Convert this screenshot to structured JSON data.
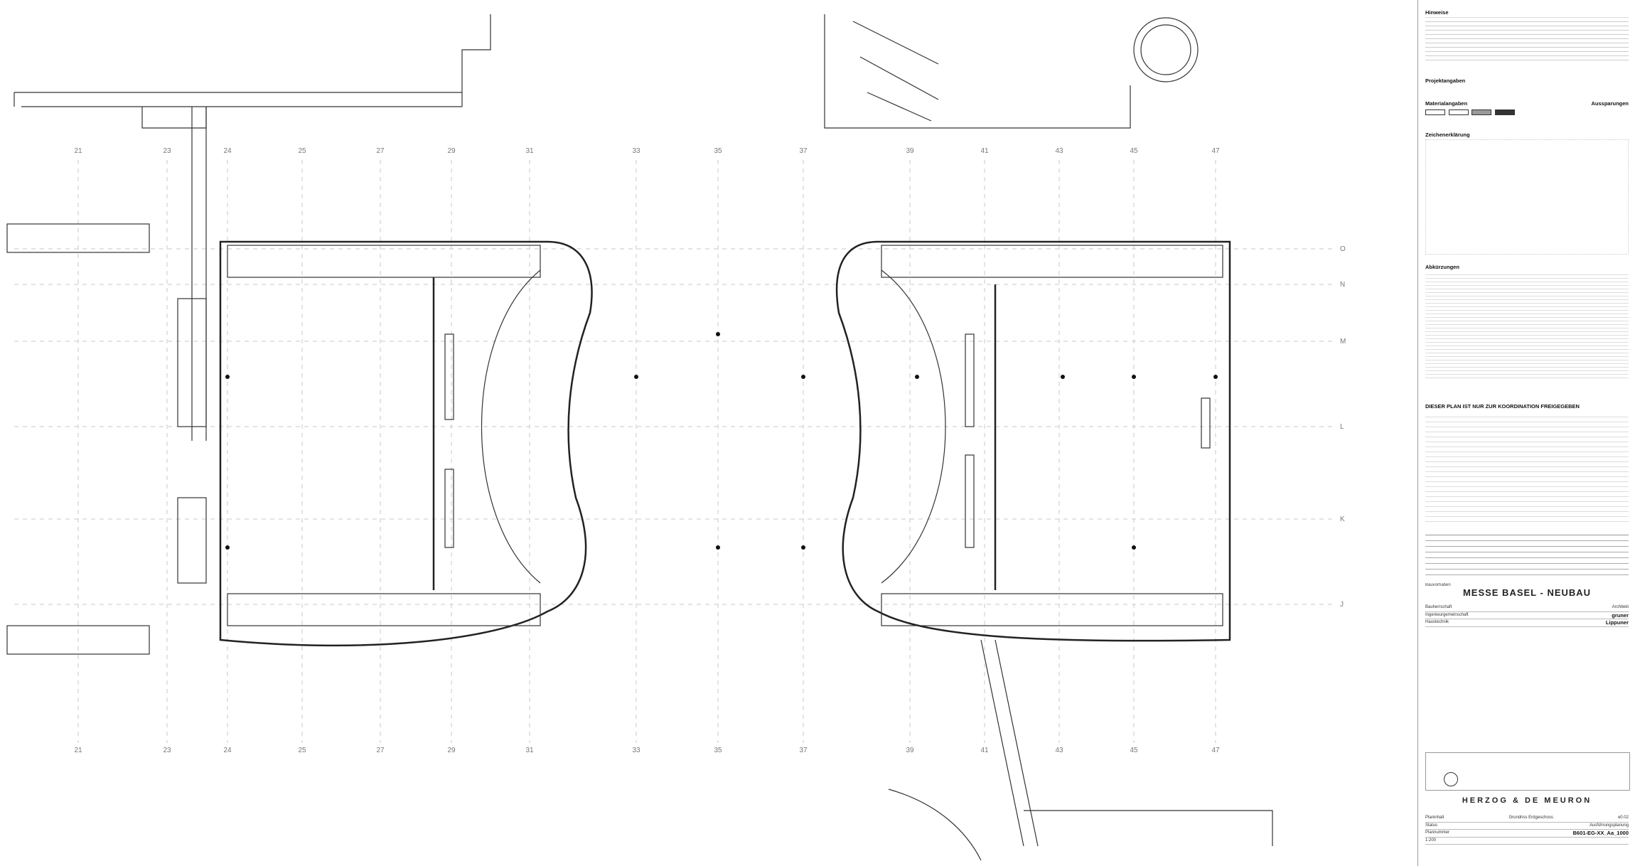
{
  "grid": {
    "labels": [
      "21",
      "23",
      "24",
      "25",
      "27",
      "29",
      "31",
      "33",
      "35",
      "37",
      "39",
      "41",
      "43",
      "45",
      "47"
    ],
    "row_labels": [
      "O",
      "N",
      "M",
      "L",
      "K",
      "J"
    ]
  },
  "sheet": {
    "hinweise_title": "Hinweise",
    "projektangaben_title": "Projektangaben",
    "materialangaben_title": "Materialangaben",
    "aussparungen_title": "Aussparungen",
    "zeichenerklaerung_title": "Zeichenerklärung",
    "abkuerzungen_title": "Abkürzungen",
    "notice": "DIESER PLAN IST NUR ZUR KOORDINATION FREIGEGEBEN",
    "project_label": "Bauvorhaben",
    "project_title": "MESSE BASEL - NEUBAU",
    "owner_label": "Bauherrschaft",
    "architect_label": "Architekt",
    "engineer_label": "Ingenieurgemeinschaft",
    "planning_label": "Haustechnik",
    "company_1": "gruner",
    "company_2": "Lippuner",
    "logo": "HERZOG & DE MEURON",
    "plan_label": "Planinhalt",
    "plan_title": "Grundriss Erdgeschoss",
    "phase_label": "Status",
    "phase": "Ausführungsplanung",
    "number_label": "Plannummer",
    "number": "B601-EG-XX_Aa_1000",
    "scale": "1:200",
    "index": "e0.02"
  },
  "colors": {
    "line": "#222222",
    "grid": "#c8c8c8",
    "paper": "#ffffff"
  }
}
